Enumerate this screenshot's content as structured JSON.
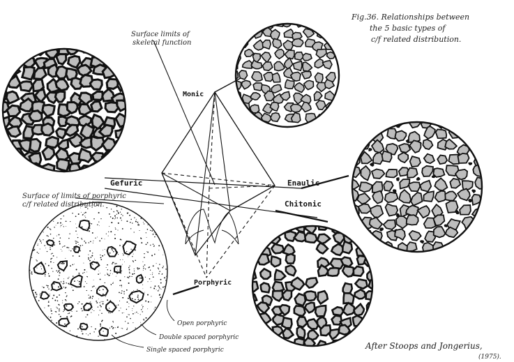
{
  "caption": {
    "line1": "Fig.36. Relationships between",
    "line2": "the 5 basic types of",
    "line3": "c/f related distribution."
  },
  "labels": {
    "surface_skeletal_line1": "Surface limits of",
    "surface_skeletal_line2": "skeletal function",
    "monic": "Monic",
    "gefuric": "Gefuric",
    "enaulic": "Enaulic",
    "chitonic": "Chitonic",
    "porphyric": "Porphyric",
    "surface_porphyric_line1": "Surface of limits of porphyric",
    "surface_porphyric_line2": "c/f related distribution.",
    "open_porphyric": "Open porphyric",
    "double_spaced": "Double spaced porphyric",
    "single_spaced": "Single spaced porphyric"
  },
  "credit": {
    "line1": "After Stoops and Jongerius,",
    "line2": "(1975)."
  },
  "colors": {
    "ink": "#111111",
    "grain_fill": "#bdbdbd",
    "background": "#ffffff"
  }
}
